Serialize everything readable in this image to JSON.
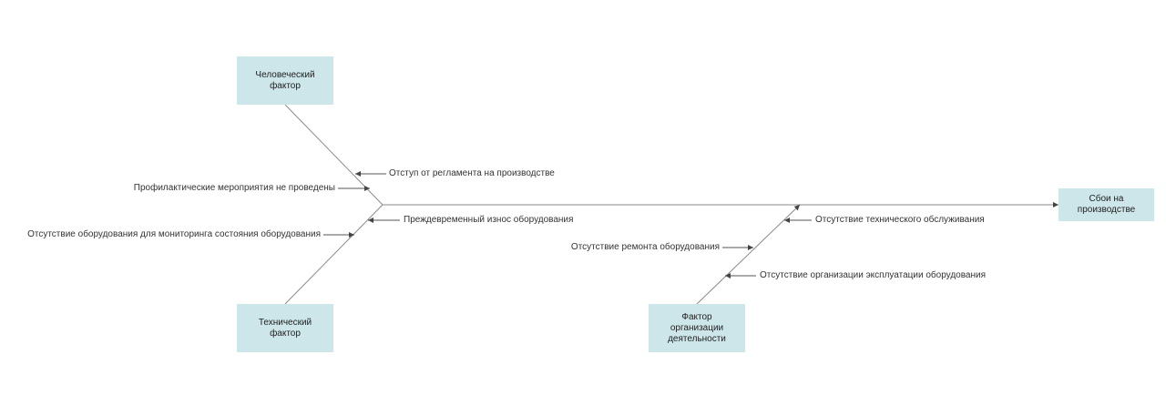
{
  "diagram": {
    "effect": "Сбои на производстве",
    "categories": {
      "human": "Человеческий фактор",
      "technical": "Технический фактор",
      "organization": "Фактор организации деятельности"
    },
    "causes": {
      "deviation": "Отступ от регламента на производстве",
      "preventive": "Профилактические мероприятия не проведены",
      "premature_wear": "Преждевременный износ оборудования",
      "no_monitoring": "Отсутствие оборудования для мониторинга состояния оборудования",
      "no_maintenance": "Отсутствие технического обслуживания",
      "no_repair": "Отсутствие ремонта оборудования",
      "no_operation_org": "Отсутствие организации эксплуатации оборудования"
    }
  }
}
